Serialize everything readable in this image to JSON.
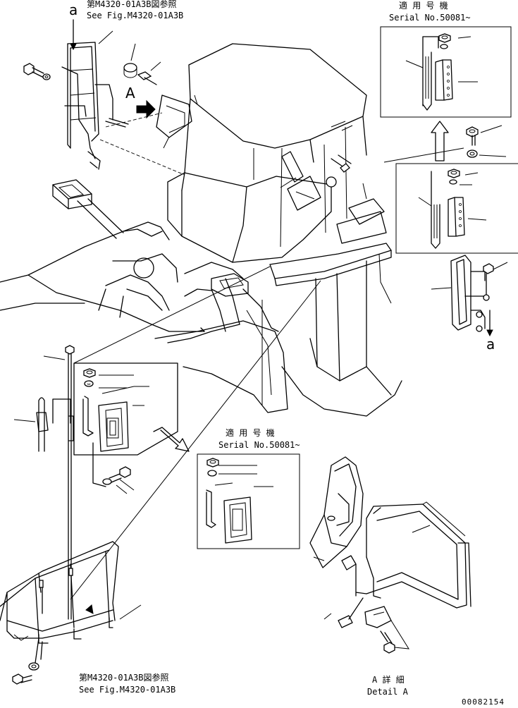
{
  "labels": {
    "ref_top_jp": "第M4320-01A3B図参照",
    "ref_top_en": "See Fig.M4320-01A3B",
    "ref_bottom_jp": "第M4320-01A3B図参照",
    "ref_bottom_en": "See Fig.M4320-01A3B",
    "serial_jp_1": "適 用 号 機",
    "serial_en_1": "Serial No.50081~",
    "serial_jp_2": "適 用 号 機",
    "serial_en_2": "Serial No.50081~",
    "detail_jp": "A 詳 細",
    "detail_en": "Detail A",
    "letter_a_top": "a",
    "letter_a_right": "a",
    "letter_A_view": "A",
    "drawing_code": "00082154"
  }
}
